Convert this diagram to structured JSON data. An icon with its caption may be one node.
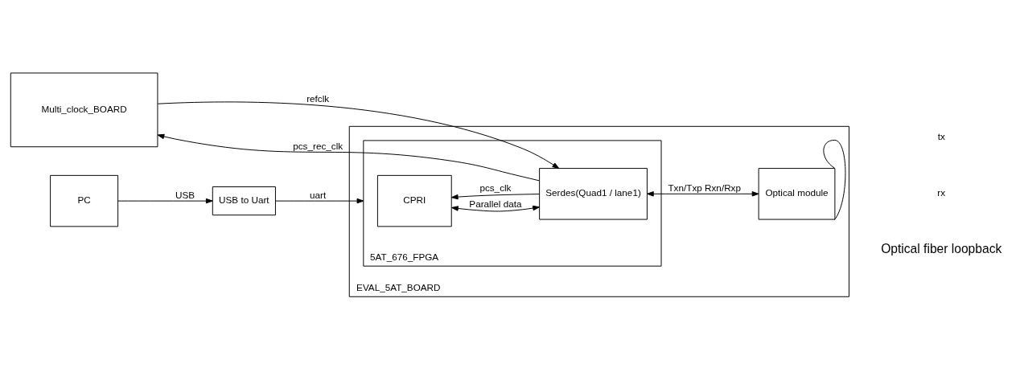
{
  "diagram": {
    "nodes": [
      {
        "text": [
          "Multi_clock_BOARD"
        ]
      },
      {
        "text": [
          "EVAL_5AT_BOARD"
        ]
      },
      {
        "text": [
          "5AT_676_FPGA"
        ],
        "in": 1
      },
      {
        "text": [
          "CPRI"
        ],
        "in": 2
      },
      {
        "text": [
          "Serdes(Quad1 / lane1)"
        ],
        "in": 2
      },
      {
        "text": [
          "Optical module"
        ],
        "in": 1
      },
      {
        "text": [
          "PC"
        ]
      },
      {
        "text": [
          "USB to Uart"
        ]
      }
    ],
    "edges": [
      {
        "from": 6,
        "to": 7,
        "arrow": "to",
        "label": "USB"
      },
      {
        "from": 7,
        "to": 2,
        "arrow": "to",
        "label": "uart"
      },
      {
        "from": 4,
        "to": 0,
        "arrow": "to",
        "label": "pcs_rec_clk"
      },
      {
        "from": 0,
        "to": 4,
        "arrow": "to",
        "label": "refclk"
      },
      {
        "from": 3,
        "to": 4,
        "arrow": "both",
        "label": "Parallel data"
      },
      {
        "from": 4,
        "to": 3,
        "arrow": "to",
        "label": "pcs_clk"
      },
      {
        "from": 4,
        "to": 5,
        "arrow": "both",
        "label": "Txn/Txp Rxn/Rxp"
      },
      {
        "from": 5,
        "to": 5,
        "arrow": "none"
      }
    ],
    "labels": [
      "tx",
      "rx",
      "Optical fiber loopback"
    ]
  }
}
